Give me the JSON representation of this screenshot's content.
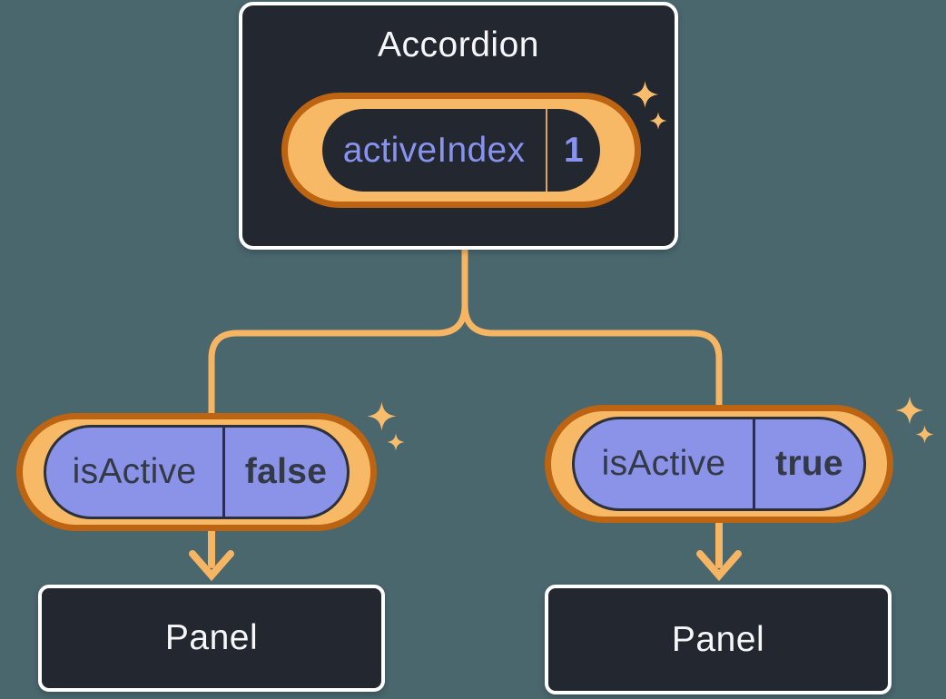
{
  "diagram": {
    "root": {
      "title": "Accordion",
      "pill": {
        "label": "activeIndex",
        "value": "1"
      }
    },
    "children": [
      {
        "pill": {
          "label": "isActive",
          "value": "false"
        },
        "panel": "Panel"
      },
      {
        "pill": {
          "label": "isActive",
          "value": "true"
        },
        "panel": "Panel"
      }
    ],
    "icons": {
      "sparkle": "sparkle-icon",
      "arrow": "arrow-down-icon"
    },
    "colors": {
      "background": "#4a676e",
      "card_bg": "#23272f",
      "card_border": "#ffffff",
      "ring_outer": "#bc6411",
      "ring_inner": "#f8b966",
      "pill_purple": "#8b93e9",
      "purple_text": "#8892ef",
      "dark_text": "#333945",
      "dark_outline": "#2b303a",
      "connector": "#f6b563",
      "sparkle": "#f7bd6c",
      "divider_orange": "#e2a257",
      "light_text": "#f6f7f8"
    }
  }
}
